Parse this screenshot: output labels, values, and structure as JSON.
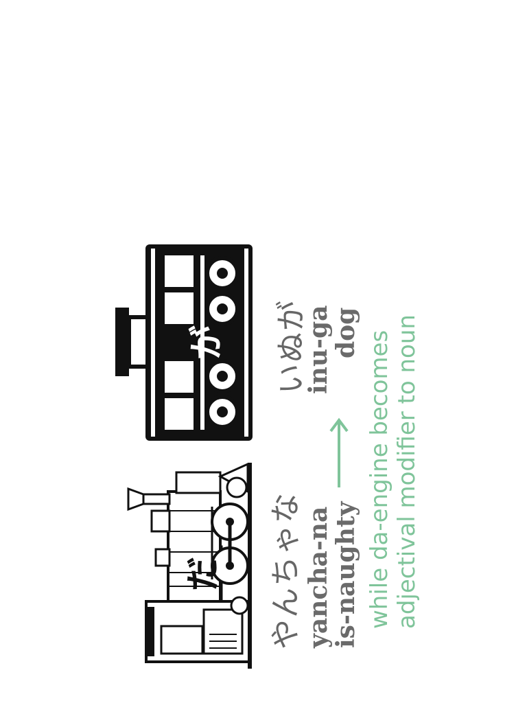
{
  "left_word": {
    "kana": "やんちゃな",
    "romaji": "yancha-na",
    "gloss": "is-naughty",
    "engine_label": "だ"
  },
  "right_word": {
    "kana": "いぬが",
    "romaji": "inu-ga",
    "gloss": "dog",
    "car_label": "が"
  },
  "caption": {
    "line1": "while da-engine becomes",
    "line2": "adjectival modifier to noun"
  },
  "colors": {
    "ink": "#111111",
    "text_gray": "#666666",
    "accent_green": "#7fc49a"
  },
  "icons": {
    "engine": "steam-locomotive-icon",
    "car": "passenger-car-icon",
    "arrow": "arrow-right-icon"
  }
}
